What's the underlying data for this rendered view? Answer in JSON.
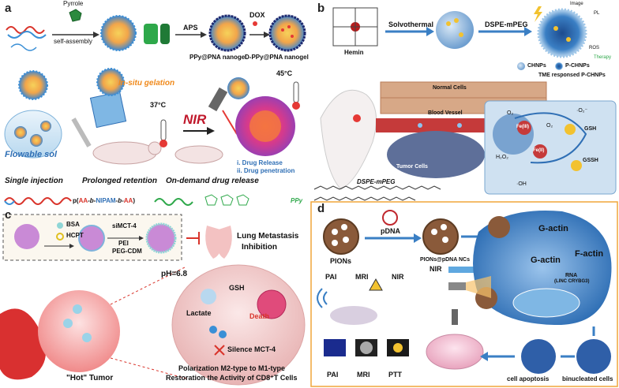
{
  "panel_a": {
    "letter": "a",
    "pyrrole": "Pyrrole",
    "self_assembly": "self-assembly",
    "aps": "APS",
    "dox": "DOX",
    "ppy_pna": "PPy@PNA nanogel",
    "d_ppy_pna": "D-PPy@PNA nanogel",
    "in_situ": "In-situ gelation",
    "temp37": "37°C",
    "temp45": "45°C",
    "flowable": "Flowable sol",
    "nir": "NIR",
    "drug_release": "i.  Drug Release",
    "drug_penetration": "ii. Drug penetration",
    "single_injection": "Single injection",
    "prolonged": "Prolonged retention",
    "on_demand": "On-demand drug release",
    "legend_copolymer_prefix": "p(",
    "legend_aa1": "AA",
    "legend_b1": "-b-",
    "legend_nipam": "NIPAM",
    "legend_b2": "-b-",
    "legend_aa2": "AA",
    "legend_suffix": ")",
    "legend_ppy": "PPy"
  },
  "panel_b": {
    "letter": "b",
    "hemin": "Hemin",
    "solvothermal": "Solvothermal",
    "dspe_mpeg": "DSPE-mPEG",
    "image": "Image",
    "pl": "PL",
    "ros": "ROS",
    "therapy": "Therapy",
    "chnps": "CHNPs",
    "p_chnps": "P-CHNPs",
    "tme": "TME responsed P-CHNPs",
    "normal_cells": "Normal Cells",
    "blood_vessel": "Blood Vessel",
    "tumor_cells": "Tumor Cells",
    "dspe_mpeg_structure": "DSPE-mPEG",
    "o2": "O₂",
    "o2b": "O₂",
    "o2c": "·O₂⁻",
    "gsh": "GSH",
    "gssh": "GSSH",
    "h2o2": "H₂O₂",
    "oh": "·OH",
    "fe3": "Fe(III)",
    "fe2": "Fe(II)"
  },
  "panel_c": {
    "letter": "c",
    "bsa": "BSA",
    "hcpt": "HCPT",
    "simct4": "siMCT-4",
    "pei": "PEI",
    "peg_cdm": "PEG-CDM",
    "lung1": "Lung Metastasis",
    "lung2": "Inhibition",
    "ph": "pH=6.8",
    "gsh": "GSH",
    "lactate": "Lactate",
    "death": "Death",
    "silence": "Silence MCT-4",
    "hot_tumor": "\"Hot\" Tumor",
    "polar1": "Polarization M2-type to M1-type",
    "polar2": "Restoration the Activity of CD8⁺T Cells"
  },
  "panel_d": {
    "letter": "d",
    "pions": "PIONs",
    "pdna": "pDNA",
    "pions_pdna": "PIONs@pDNA NCs",
    "nir": "NIR",
    "g_actin1": "G-actin",
    "g_actin2": "G-actin",
    "f_actin": "F-actin",
    "rna": "RNA",
    "rna_sub": "(LINC CRYBG3)",
    "pai": "PAI",
    "mri": "MRI",
    "nir2": "NIR",
    "pai2": "PAI",
    "mri2": "MRI",
    "ptt": "PTT",
    "apoptosis": "cell apoptosis",
    "binucleated": "binucleated cells"
  },
  "colors": {
    "orange_text": "#f08a1c",
    "blue_text": "#2f6fb5",
    "red_text": "#d9342b",
    "nir_red": "#c0182b",
    "panel_b_bg": "#cfe1f1",
    "cell_blue": "#3a7fc4"
  }
}
